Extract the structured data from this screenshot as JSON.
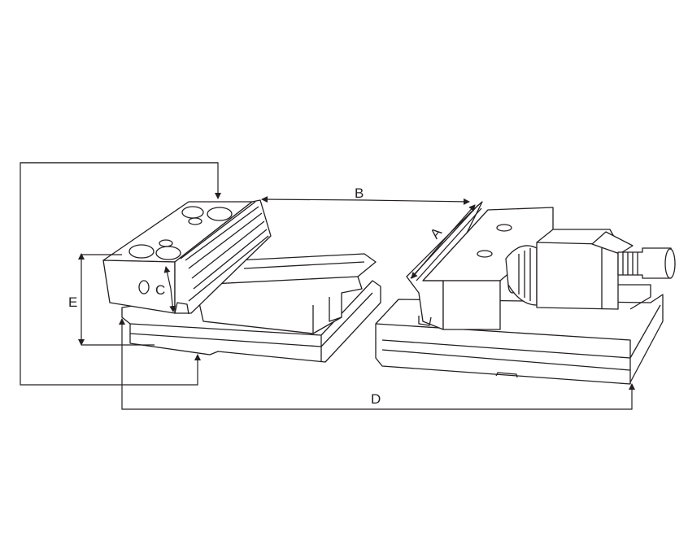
{
  "diagram": {
    "labels": {
      "a": "A",
      "b": "B",
      "c": "C",
      "d": "D",
      "e": "E"
    },
    "line_color": "#231f20"
  }
}
